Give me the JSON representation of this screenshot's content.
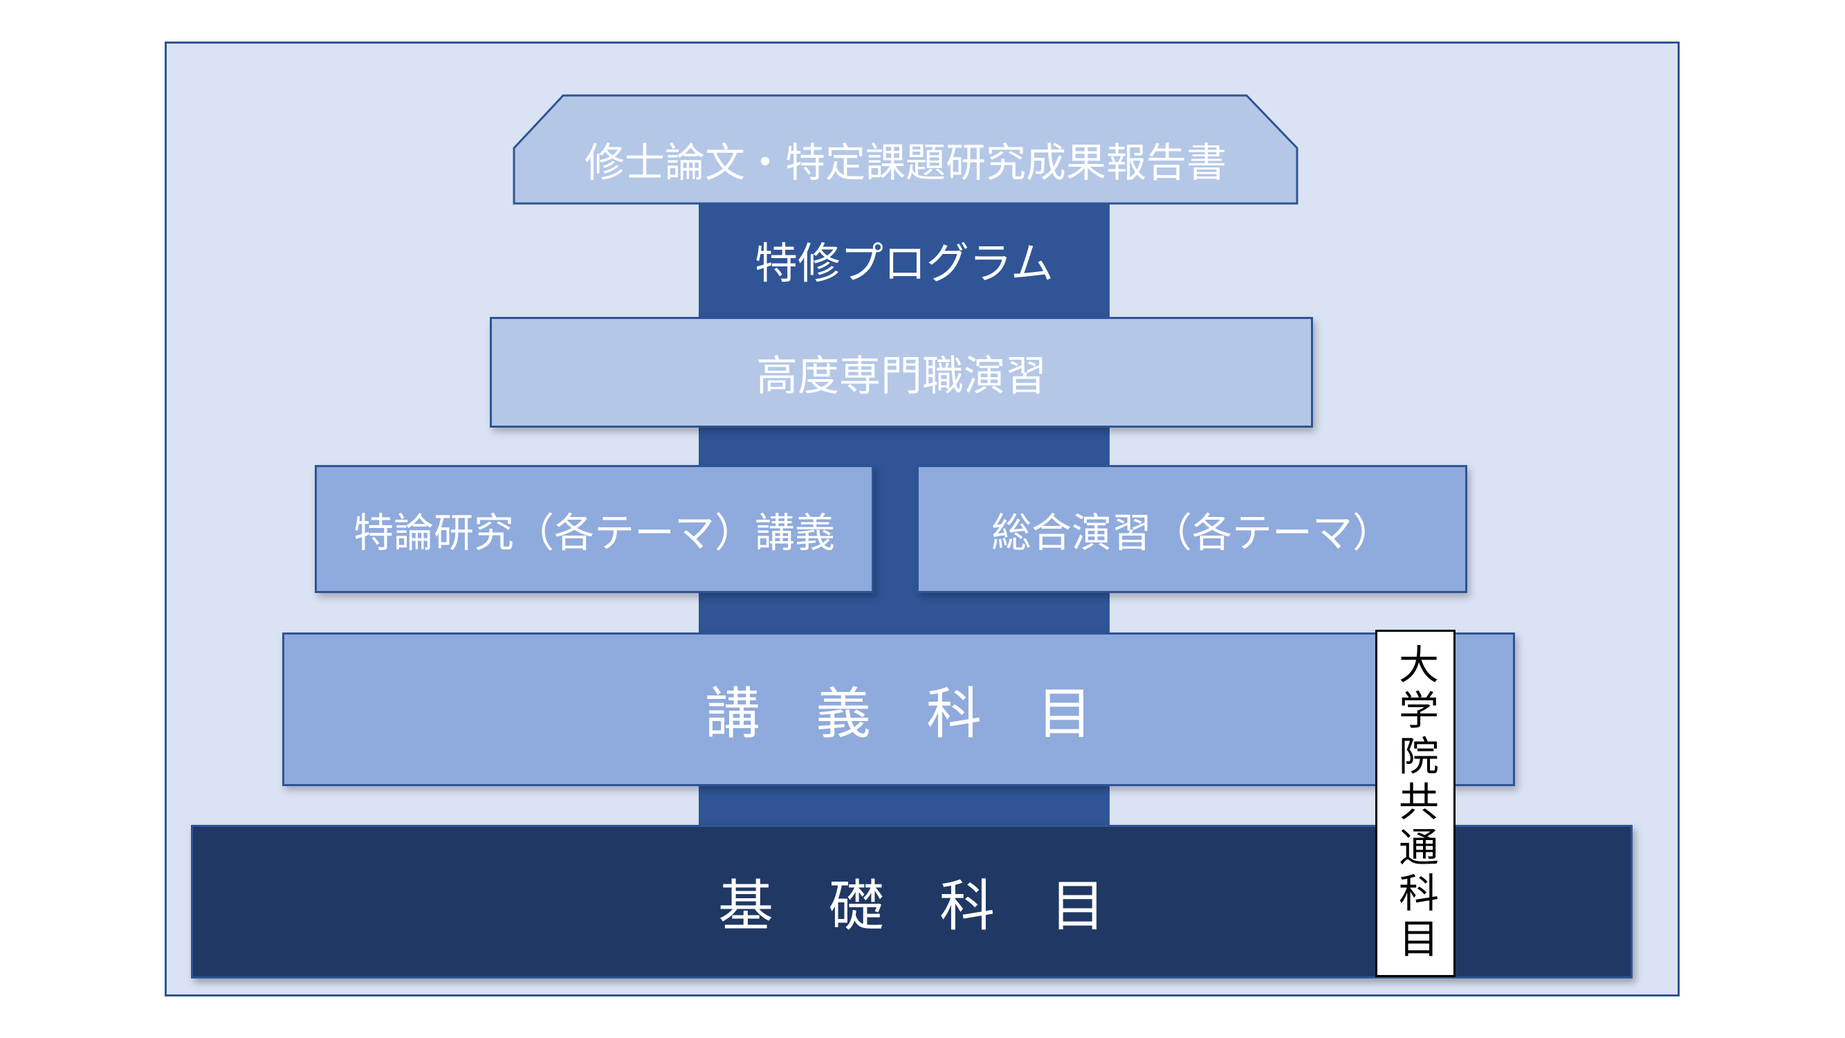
{
  "diagram": {
    "thesis": "修士論文・特定課題研究成果報告書",
    "program": "特修プログラム",
    "advanced_practice": "高度専門職演習",
    "special_lectures": "特論研究（各テーマ）講義",
    "integrated_seminar": "総合演習（各テーマ）",
    "lecture_courses": "講　義　科　目",
    "basic_courses": "基　礎　科　目",
    "common_courses": "大学院共通科目"
  },
  "colors": {
    "background_panel": "#dae3f3",
    "frame_border": "#2f5496",
    "pillar": "#2f5597",
    "light_box": "#b4c7e7",
    "medium_box": "#8faadc",
    "dark_box": "#203864",
    "text_light": "#ffffff"
  }
}
